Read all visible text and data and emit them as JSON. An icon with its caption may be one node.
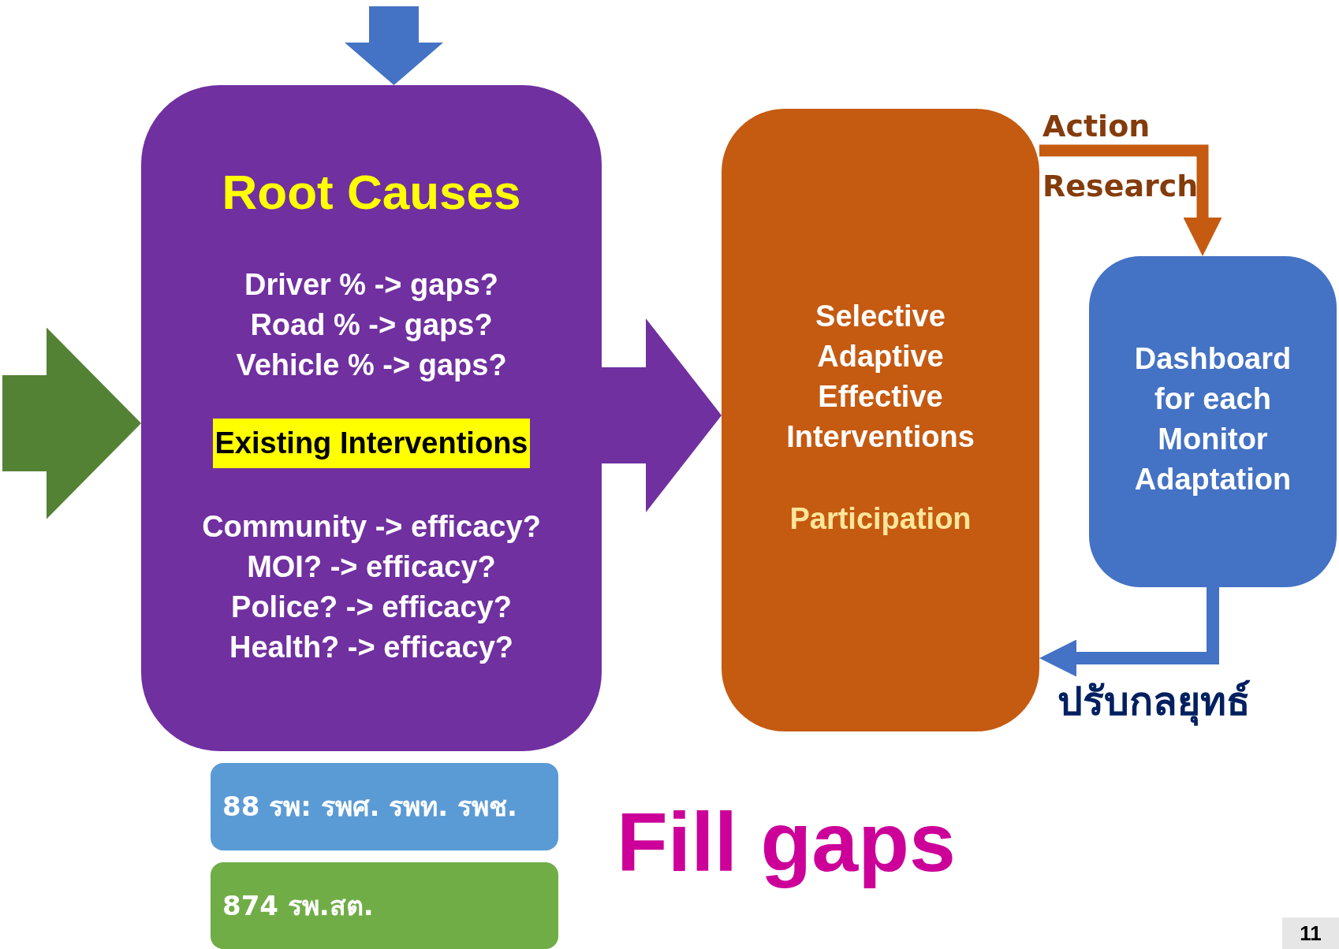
{
  "diagram": {
    "nodes": [
      {
        "text": [
          "Root Causes",
          "Driver % -> gaps? Road % -> gaps? Vehicle % -> gaps?",
          "Existing Interventions",
          "Community -> efficacy? MOI? -> efficacy? Police? -> efficacy? Health? -> efficacy?"
        ]
      },
      {
        "text": [
          "Selective Adaptive Effective Interventions",
          "Participation"
        ]
      },
      {
        "text": [
          "Dashboard for each Monitor Adaptation"
        ]
      },
      {
        "text": [
          "88 รพ: รพศ. รพท. รพช."
        ]
      },
      {
        "text": [
          "874 รพ.สต."
        ]
      }
    ],
    "edges": [
      {
        "from": null,
        "to": 0,
        "arrow": "to",
        "color": "#4472c4"
      },
      {
        "from": null,
        "to": 0,
        "arrow": "to",
        "style": "thick",
        "color": "#548235"
      },
      {
        "from": 0,
        "to": 1,
        "arrow": "to",
        "style": "thick",
        "color": "#7030a0"
      },
      {
        "from": 1,
        "to": 2,
        "arrow": "to",
        "label": "Action Research",
        "color": "#c55a11"
      },
      {
        "from": 2,
        "to": 1,
        "arrow": "to",
        "label": "ปรับกลยุทธ์",
        "color": "#4472c4"
      }
    ],
    "labels": [
      "Fill gaps",
      "11"
    ]
  }
}
